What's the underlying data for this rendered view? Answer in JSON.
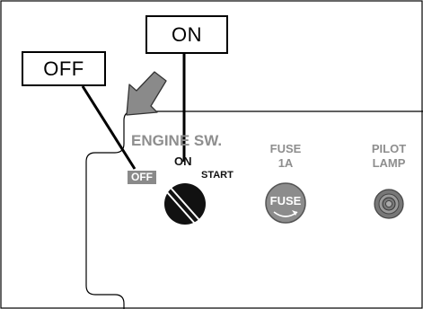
{
  "callouts": {
    "on": "ON",
    "off": "OFF"
  },
  "panel": {
    "engine_switch_title": "ENGINE SW.",
    "off_label": "OFF",
    "on_label": "ON",
    "start_label": "START",
    "fuse_title": "FUSE",
    "fuse_rating": "1A",
    "fuse_cap_text": "FUSE",
    "pilot_lamp_line1": "PILOT",
    "pilot_lamp_line2": "LAMP"
  },
  "colors": {
    "panel_label": "#8e8e8e",
    "off_badge_bg": "#8a8a8a",
    "fuse_cap": "#8c8c8c",
    "arrow": "#8a8a8a",
    "knob": "#111111"
  },
  "icons": {
    "arrow": "arrow-down-left-icon",
    "knob": "rotary-switch-knob-icon",
    "fuse": "fuse-cap-icon",
    "lamp": "pilot-lamp-icon"
  }
}
